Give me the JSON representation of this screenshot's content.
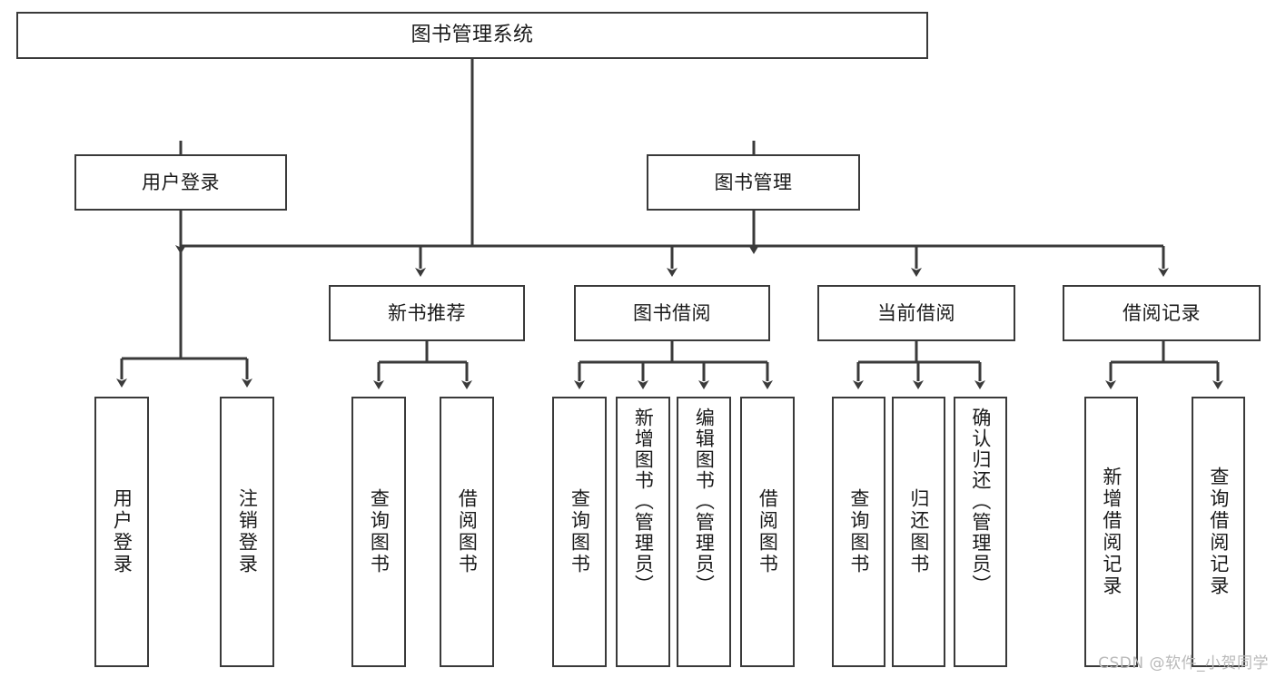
{
  "diagram": {
    "title": "图书管理系统",
    "watermark": "CSDN @软件_小贺同学",
    "stroke_color": "#3a3a3a",
    "text_color": "#1a1a1a",
    "background": "#ffffff"
  },
  "nodes": {
    "root": {
      "label": "图书管理系统"
    },
    "level2": [
      {
        "label": "用户登录"
      },
      {
        "label": "图书管理"
      }
    ],
    "level3": [
      {
        "label": "新书推荐"
      },
      {
        "label": "图书借阅"
      },
      {
        "label": "当前借阅"
      },
      {
        "label": "借阅记录"
      }
    ],
    "leaves_user_login": [
      {
        "label": "用户登录"
      },
      {
        "label": "注销登录"
      }
    ],
    "leaves_new_book": [
      {
        "label": "查询图书"
      },
      {
        "label": "借阅图书"
      }
    ],
    "leaves_borrow": [
      {
        "label": "查询图书"
      },
      {
        "label": "新增图书（管理员）"
      },
      {
        "label": "编辑图书（管理员）"
      },
      {
        "label": "借阅图书"
      }
    ],
    "leaves_current": [
      {
        "label": "查询图书"
      },
      {
        "label": "归还图书"
      },
      {
        "label": "确认归还（管理员）"
      }
    ],
    "leaves_records": [
      {
        "label": "新增借阅记录"
      },
      {
        "label": "查询借阅记录"
      }
    ]
  },
  "chart_data": {
    "type": "tree",
    "title": "图书管理系统",
    "root": "图书管理系统",
    "edges": [
      [
        "图书管理系统",
        "用户登录"
      ],
      [
        "图书管理系统",
        "图书管理"
      ],
      [
        "用户登录",
        "用户登录"
      ],
      [
        "用户登录",
        "注销登录"
      ],
      [
        "图书管理",
        "新书推荐"
      ],
      [
        "图书管理",
        "图书借阅"
      ],
      [
        "图书管理",
        "当前借阅"
      ],
      [
        "图书管理",
        "借阅记录"
      ],
      [
        "新书推荐",
        "查询图书"
      ],
      [
        "新书推荐",
        "借阅图书"
      ],
      [
        "图书借阅",
        "查询图书"
      ],
      [
        "图书借阅",
        "新增图书（管理员）"
      ],
      [
        "图书借阅",
        "编辑图书（管理员）"
      ],
      [
        "图书借阅",
        "借阅图书"
      ],
      [
        "当前借阅",
        "查询图书"
      ],
      [
        "当前借阅",
        "归还图书"
      ],
      [
        "当前借阅",
        "确认归还（管理员）"
      ],
      [
        "借阅记录",
        "新增借阅记录"
      ],
      [
        "借阅记录",
        "查询借阅记录"
      ]
    ],
    "levels": 4,
    "orientation": "top-down"
  }
}
